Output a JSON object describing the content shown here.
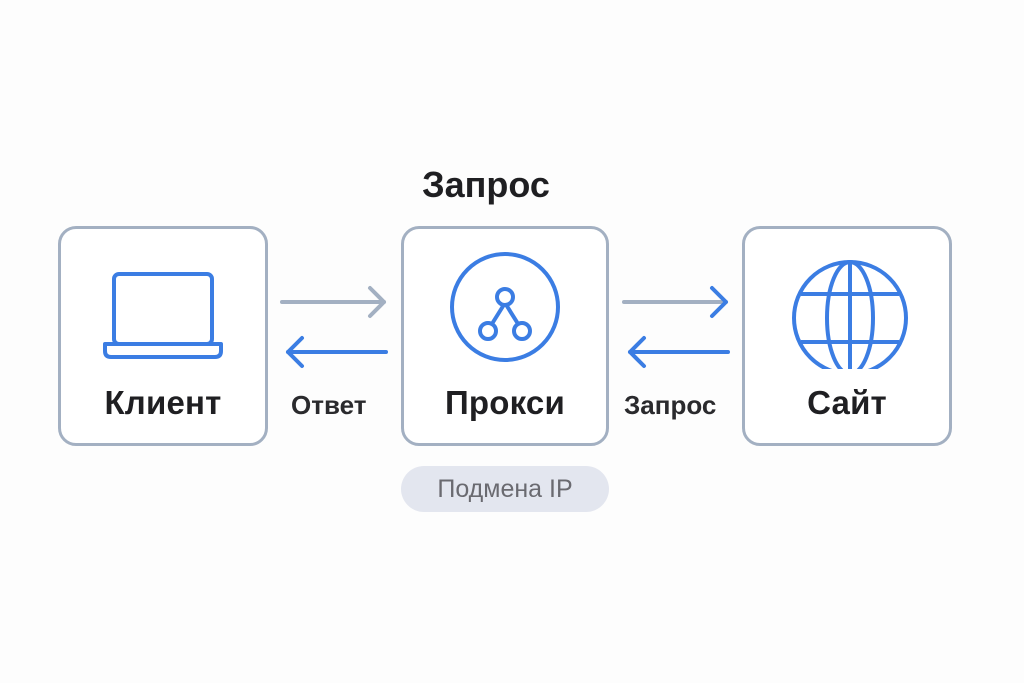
{
  "diagram": {
    "title": "Запрос",
    "nodes": [
      {
        "id": "client",
        "label": "Клиент",
        "icon": "laptop-icon"
      },
      {
        "id": "proxy",
        "label": "Прокси",
        "icon": "network-nodes-icon",
        "badge": "Подмена IP"
      },
      {
        "id": "site",
        "label": "Сайт",
        "icon": "globe-icon"
      }
    ],
    "edges": [
      {
        "from": "client",
        "to": "proxy",
        "direction": "forward",
        "color": "#a3b0c2"
      },
      {
        "from": "proxy",
        "to": "client",
        "direction": "back",
        "label": "Ответ",
        "color": "#3b7de3"
      },
      {
        "from": "proxy",
        "to": "site",
        "direction": "forward",
        "color": "#a3b0c2",
        "head_color": "#3b7de3"
      },
      {
        "from": "site",
        "to": "proxy",
        "direction": "back",
        "label": "Запрос",
        "color": "#3b7de3"
      }
    ],
    "colors": {
      "accent": "#3b7de3",
      "border": "#a3b0c2",
      "text": "#1f1f22",
      "badge_bg": "#e3e6ef",
      "badge_text": "#6a6a70"
    }
  }
}
